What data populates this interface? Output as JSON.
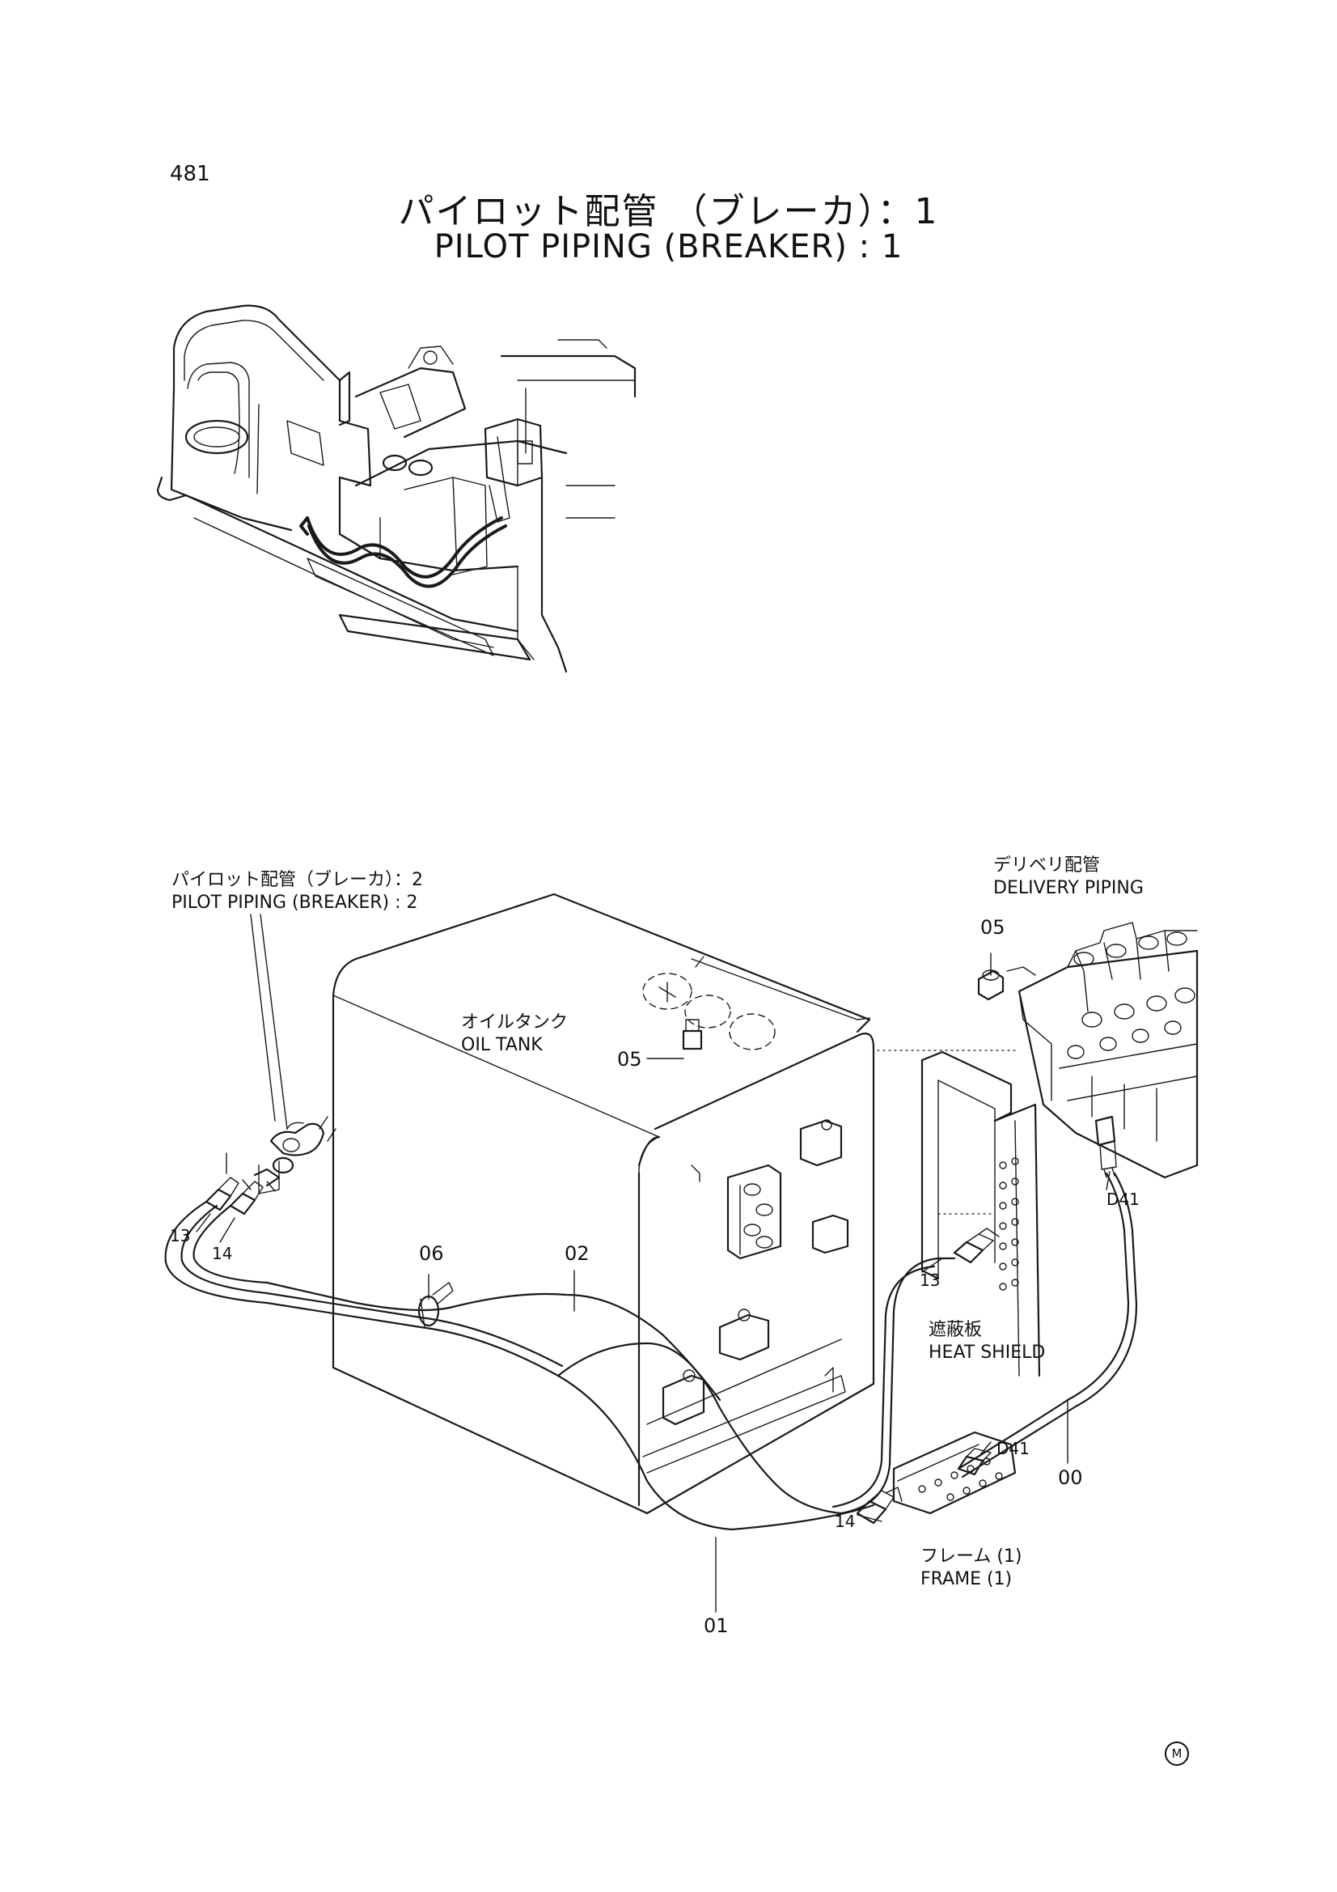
{
  "page_number": "481",
  "title": {
    "japanese": "パイロット配管 （ブレーカ）：1",
    "english": "PILOT PIPING (BREAKER) : 1"
  },
  "callouts": {
    "pilot_piping_2": {
      "japanese": "パイロット配管（ブレーカ）：2",
      "english": "PILOT PIPING (BREAKER) : 2"
    },
    "delivery_piping": {
      "japanese": "デリベリ配管",
      "english": "DELIVERY PIPING"
    },
    "oil_tank": {
      "japanese": "オイルタンク",
      "english": "OIL TANK"
    },
    "heat_shield": {
      "japanese": "遮蔽板",
      "english": "HEAT SHIELD"
    },
    "frame": {
      "japanese": "フレーム (1)",
      "english": "FRAME (1)"
    }
  },
  "part_numbers": {
    "p05_top": "05",
    "p05_tank": "05",
    "p06": "06",
    "p02": "02",
    "p13_left": "13",
    "p14_left": "14",
    "p13_right": "13",
    "p14_bottom": "14",
    "d41_upper": "D41",
    "d41_lower": "D41",
    "p00": "00",
    "p01": "01"
  },
  "marker": "M"
}
